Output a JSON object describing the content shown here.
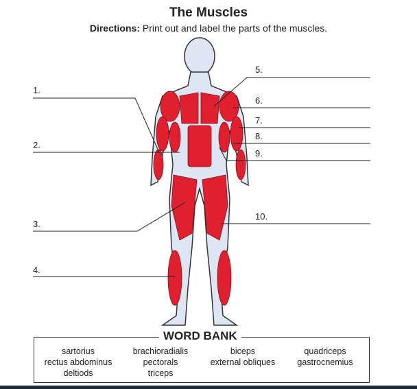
{
  "title": "The Muscles",
  "directions_label": "Directions:",
  "directions_text": " Print out and label the parts of the muscles.",
  "labels": [
    "1.",
    "2.",
    "3.",
    "4.",
    "5.",
    "6.",
    "7.",
    "8.",
    "9.",
    "10."
  ],
  "word_bank": {
    "title": "WORD BANK",
    "words": [
      "sartorius",
      "brachioradialis",
      "biceps",
      "quadriceps",
      "rectus abdominus",
      "pectorals",
      "external obliques",
      "gastrocnemius",
      "deltiods",
      "triceps"
    ]
  },
  "colors": {
    "muscle": "#e0202e",
    "skin": "#dde6f2"
  }
}
